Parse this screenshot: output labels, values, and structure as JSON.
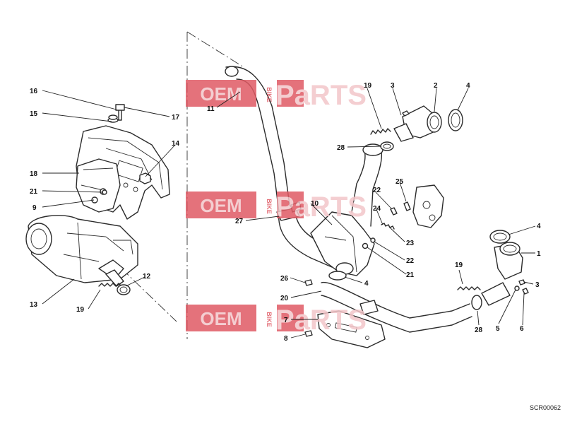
{
  "watermark": {
    "oem": "OEM",
    "bike": "BIKE",
    "parts": "PaRTS",
    "box_color": "#e05a64",
    "text_color": "#f3c6c9"
  },
  "callouts": {
    "c1": "1",
    "c2": "2",
    "c3a": "3",
    "c3b": "3",
    "c4a": "4",
    "c4b": "4",
    "c4c": "4",
    "c5": "5",
    "c6": "6",
    "c7": "7",
    "c8": "8",
    "c9": "9",
    "c10": "10",
    "c11": "11",
    "c12": "12",
    "c13": "13",
    "c14": "14",
    "c15": "15",
    "c16": "16",
    "c17": "17",
    "c18": "18",
    "c19a": "19",
    "c19b": "19",
    "c20": "20",
    "c21a": "21",
    "c21b": "21",
    "c22a": "22",
    "c22b": "22",
    "c23": "23",
    "c24": "24",
    "c25": "25",
    "c26": "26",
    "c27": "27",
    "c28a": "28",
    "c28b": "28"
  },
  "drawing_code": "SCR00062"
}
